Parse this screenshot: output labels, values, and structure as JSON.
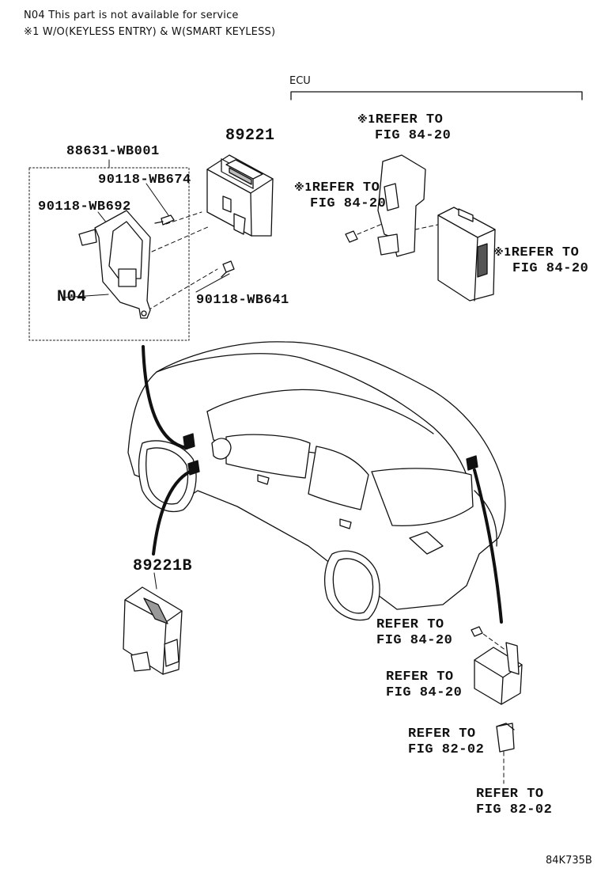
{
  "notes": {
    "line1": "N04 This part is not available for service",
    "line2": "※1 W/O(KEYLESS ENTRY) & W(SMART KEYLESS)"
  },
  "labels": {
    "ecu": "ECU",
    "part_89221": "89221",
    "part_88631": "88631-WB001",
    "part_90118_674": "90118-WB674",
    "part_90118_692": "90118-WB692",
    "part_90118_641": "90118-WB641",
    "part_n04": "N04",
    "part_89221b": "89221B"
  },
  "refs": {
    "ref_a": {
      "mark": "※1",
      "line1": "REFER TO",
      "line2": "FIG 84-20"
    },
    "ref_b": {
      "mark": "※1",
      "line1": "REFER TO",
      "line2": "FIG 84-20"
    },
    "ref_c": {
      "mark": "※1",
      "line1": "REFER TO",
      "line2": "FIG 84-20"
    },
    "ref_d": {
      "line1": "REFER TO",
      "line2": "FIG 84-20"
    },
    "ref_e": {
      "line1": "REFER TO",
      "line2": "FIG 84-20"
    },
    "ref_f": {
      "line1": "REFER TO",
      "line2": "FIG 82-02"
    },
    "ref_g": {
      "line1": "REFER TO",
      "line2": "FIG 82-02"
    }
  },
  "diagram_code": "84K735B"
}
